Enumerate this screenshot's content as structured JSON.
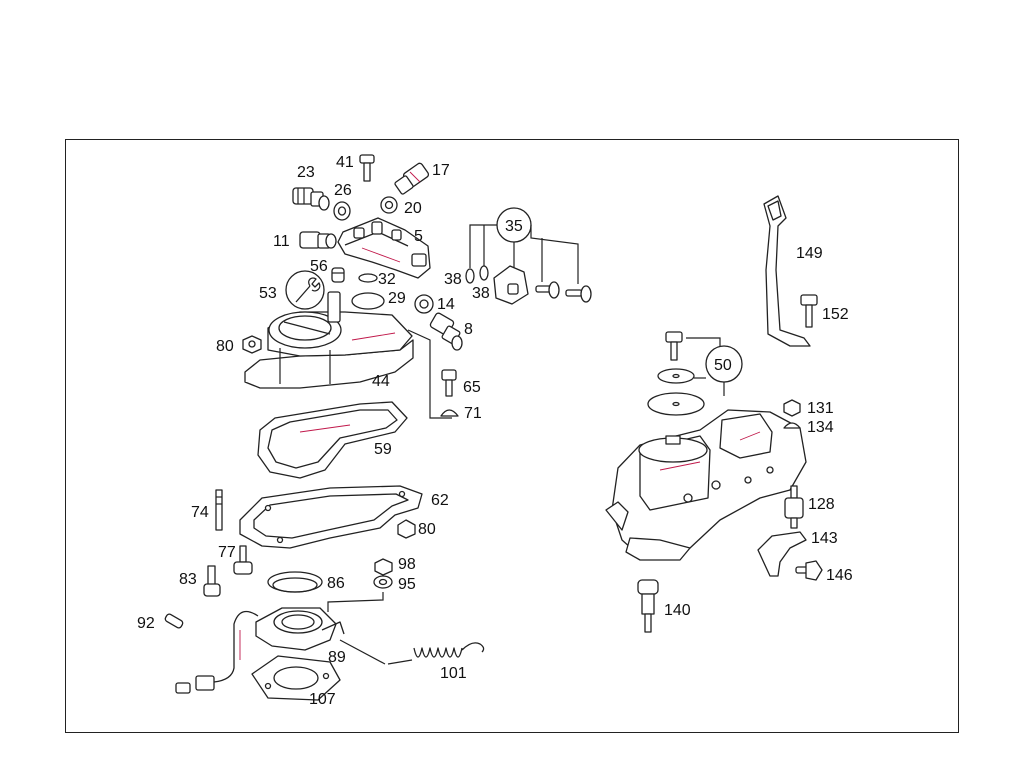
{
  "diagram": {
    "callouts": [
      "23",
      "41",
      "17",
      "26",
      "20",
      "11",
      "5",
      "56",
      "32",
      "53",
      "29",
      "14",
      "8",
      "35",
      "38",
      "38",
      "149",
      "152",
      "80",
      "44",
      "65",
      "71",
      "50",
      "131",
      "134",
      "59",
      "62",
      "74",
      "80",
      "128",
      "143",
      "77",
      "98",
      "95",
      "83",
      "86",
      "146",
      "92",
      "140",
      "89",
      "101",
      "107"
    ]
  }
}
